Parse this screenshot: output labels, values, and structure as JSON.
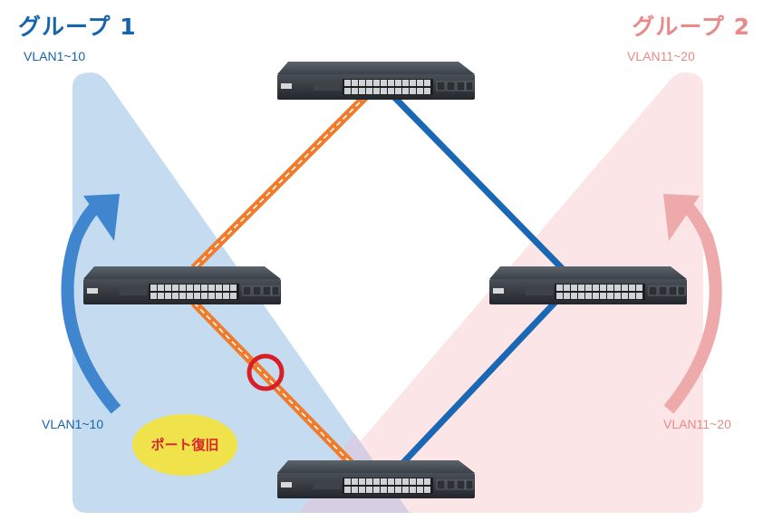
{
  "groups": [
    {
      "title": "グループ 1",
      "vlan_label": "VLAN1~10",
      "arrow_label": "VLAN1~10",
      "color": "#1565ad",
      "fill": "#c4dbf0"
    },
    {
      "title": "グループ 2",
      "vlan_label": "VLAN11~20",
      "arrow_label": "VLAN11~20",
      "color": "#e98a8a",
      "fill": "#fbe5e6"
    }
  ],
  "badge": {
    "text": "ポート復旧",
    "color": "#f0e24a"
  },
  "links": {
    "blocked_color": "#ee7c2c",
    "active_color": "#1a68b4",
    "restored_marker_color": "#d81f25"
  },
  "switches": [
    "switch-top",
    "switch-left",
    "switch-right",
    "switch-bottom"
  ]
}
